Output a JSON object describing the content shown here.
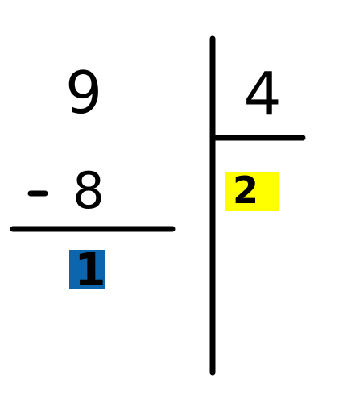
{
  "division": {
    "dividend": "9",
    "divisor": "4",
    "subtrahend": "8",
    "minus_sign": "-",
    "quotient": "2",
    "remainder": "1"
  },
  "colors": {
    "background": "#ffffff",
    "ink": "#000000",
    "quotient_highlight": "#ffff00",
    "remainder_highlight": "#0d66ad"
  }
}
